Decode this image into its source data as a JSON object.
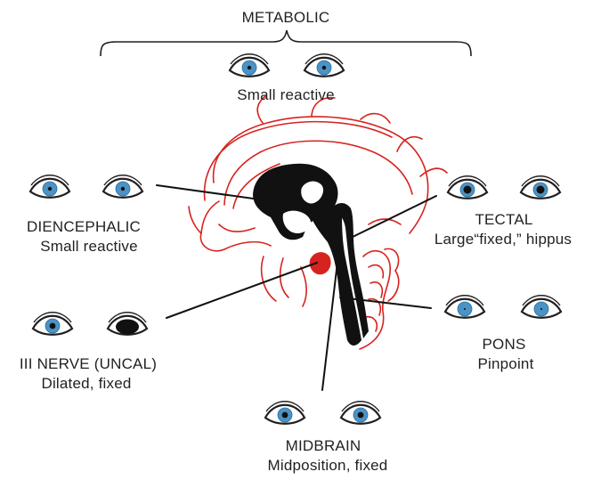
{
  "labels": {
    "metabolic_title": "METABOLIC",
    "metabolic_desc": "Small reactive",
    "diencephalic_title": "DIENCEPHALIC",
    "diencephalic_desc": "Small reactive",
    "tectal_title": "TECTAL",
    "tectal_desc": "Large“fixed,” hippus",
    "third_nerve_title": "III NERVE (UNCAL)",
    "third_nerve_desc": "Dilated, fixed",
    "pons_title": "PONS",
    "pons_desc": "Pinpoint",
    "midbrain_title": "MIDBRAIN",
    "midbrain_desc": "Midposition, fixed"
  },
  "colors": {
    "iris": "#4b93c6",
    "outline": "#231f20",
    "vessels": "#d7231f",
    "brainstem": "#111111"
  }
}
